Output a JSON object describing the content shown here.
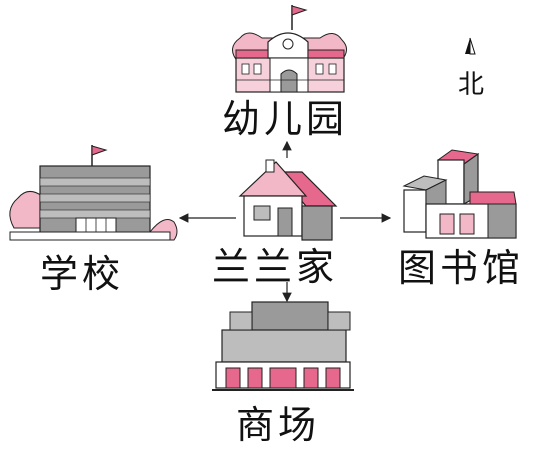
{
  "labels": {
    "kindergarten": "幼儿园",
    "school": "学校",
    "home": "兰兰家",
    "library": "图书馆",
    "mall": "商场",
    "north": "北"
  },
  "colors": {
    "pink": "#e6688c",
    "light_pink": "#f2b8c8",
    "gray": "#9a9a9a",
    "dark": "#222222",
    "window": "#bdbdbd"
  },
  "icons": [
    "north-arrow-icon",
    "kindergarten-building-icon",
    "school-building-icon",
    "home-house-icon",
    "library-building-icon",
    "mall-building-icon"
  ]
}
